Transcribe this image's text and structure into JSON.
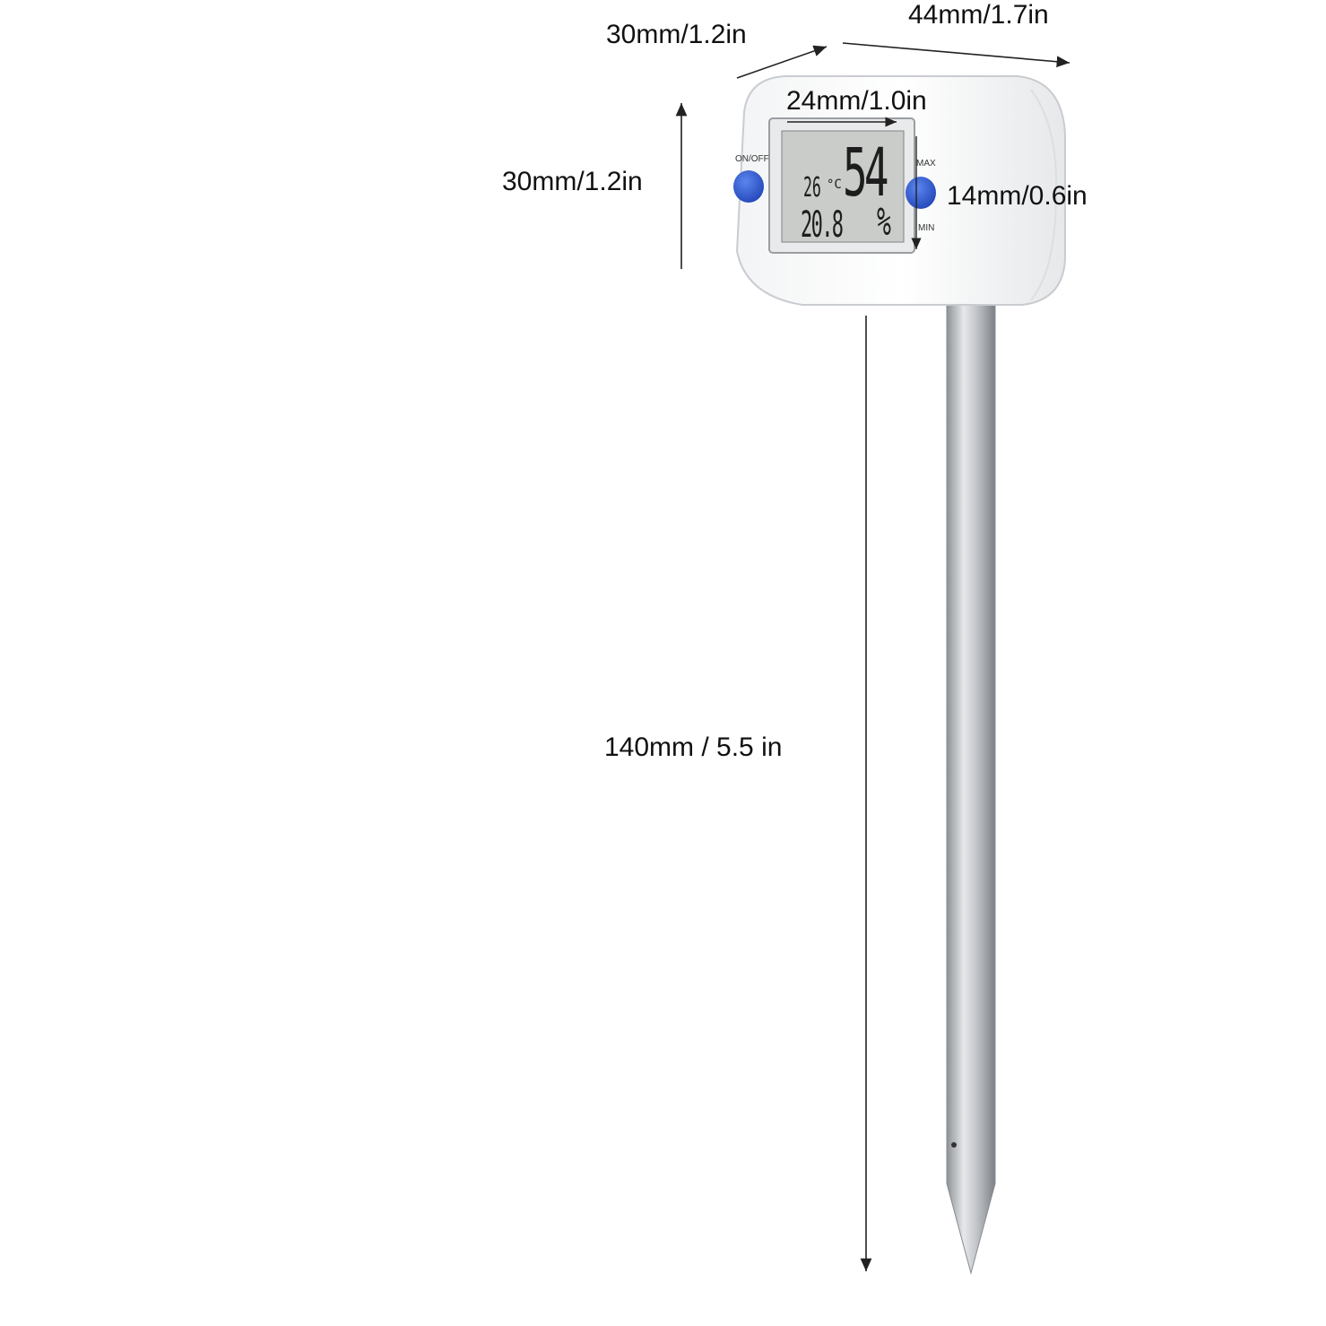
{
  "dimensions": {
    "depth": "30mm/1.2in",
    "width": "44mm/1.7in",
    "screen_width": "24mm/1.0in",
    "height": "30mm/1.2in",
    "button_size": "14mm/0.6in",
    "probe_length": "140mm / 5.5 in"
  },
  "device": {
    "power_button_label": "ON/OFF",
    "max_label": "MAX",
    "min_label": "MIN",
    "display": {
      "humidity": "54",
      "humidity_unit": "%",
      "temp_small": "26",
      "temp_unit": "°C",
      "temp_secondary": "20.8"
    }
  },
  "colors": {
    "button_blue": "#2f5fd6",
    "body_white": "#ffffff",
    "lcd_bg": "#c9ccc8",
    "probe_steel": "#b8bcc0"
  }
}
